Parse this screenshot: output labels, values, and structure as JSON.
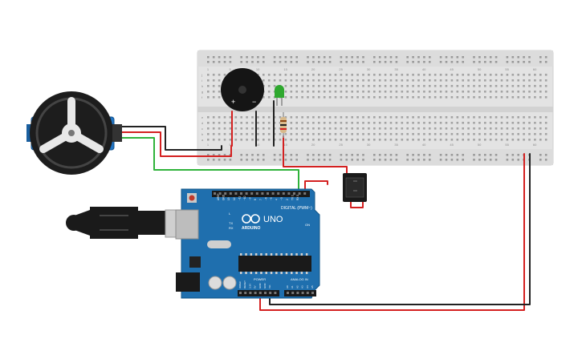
{
  "board": {
    "brand": "ARDUINO",
    "model": "UNO",
    "digital_label": "DIGITAL (PWM~)",
    "analog_label": "ANALOG IN",
    "power_label": "POWER",
    "tx_label": "TX",
    "rx_label": "RX",
    "l_label": "L",
    "on_label": "ON",
    "digital_pins": [
      "AREF",
      "GND",
      "13",
      "12",
      "~11",
      "~10",
      "~9",
      "8",
      "7",
      "~6",
      "~5",
      "4",
      "~3",
      "2",
      "TX 1",
      "RX 0"
    ],
    "power_pins": [
      "IOREF",
      "RESET",
      "3.3V",
      "5V",
      "GND",
      "GND",
      "Vin"
    ],
    "analog_pins": [
      "A0",
      "A1",
      "A2",
      "A3",
      "A4",
      "A5"
    ]
  },
  "breadboard": {
    "column_numbers": [
      "1",
      "5",
      "10",
      "15",
      "20",
      "25",
      "30",
      "35",
      "40",
      "45",
      "50",
      "55",
      "60"
    ],
    "row_letters_top": [
      "j",
      "i",
      "h",
      "g",
      "f"
    ],
    "row_letters_bottom": [
      "e",
      "d",
      "c",
      "b",
      "a"
    ]
  },
  "buzzer": {
    "plus": "+",
    "minus": "−"
  },
  "colors": {
    "breadboard": "#e6e6e6",
    "board": "#1f6fae",
    "wire_red": "#d42020",
    "wire_black": "#222222",
    "wire_green": "#2fb33a",
    "led": "#2fa82f"
  },
  "icons": {
    "servo": "servo-motor-icon",
    "usb": "usb-cable-icon",
    "button": "pushbutton-icon"
  }
}
